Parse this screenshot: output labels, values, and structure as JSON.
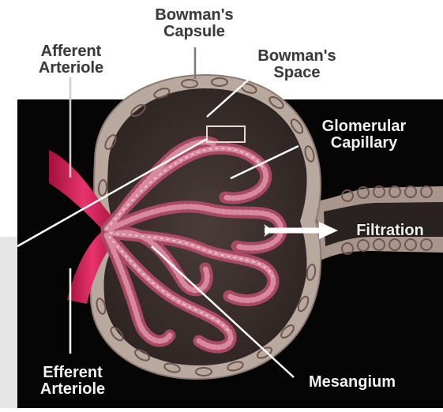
{
  "labels": {
    "bowmans_capsule": [
      "Bowman's",
      "Capsule"
    ],
    "bowmans_space": [
      "Bowman's",
      "Space"
    ],
    "afferent_arteriole": [
      "Afferent",
      "Arteriole"
    ],
    "glomerular_capillary": [
      "Glomerular",
      "Capillary"
    ],
    "filtration": "Filtration",
    "efferent_arteriole": [
      "Efferent",
      "Arteriole"
    ],
    "mesangium": "Mesangium"
  },
  "colors": {
    "background_panel": "#050505",
    "capsule_wall": "#b8a89e",
    "capsule_cells": "#6e5550",
    "bowmans_space": "#3a2f2d",
    "capillary": "#c96b86",
    "capillary_highlight": "#f0b9c8",
    "arteriole": "#d61f5a",
    "leader_line": "#ffffff",
    "label_dark": "#3b3b3b",
    "label_light": "#f2f2f2"
  }
}
